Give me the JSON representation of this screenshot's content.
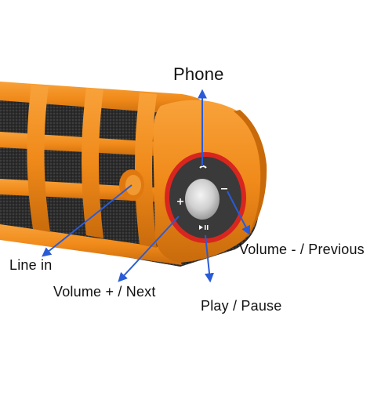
{
  "labels": {
    "phone": "Phone",
    "line_in": "Line in",
    "volume_plus_next": "Volume + / Next",
    "play_pause": "Play / Pause",
    "volume_minus_previous": "Volume - / Previous"
  },
  "icons": {
    "phone_button": "phone-icon",
    "volume_minus_button": "minus-icon",
    "volume_plus_button": "plus-icon",
    "play_pause_button": "play-pause-icon"
  },
  "colors": {
    "speaker_body": "#f08a1a",
    "speaker_body_dark": "#c86a0a",
    "speaker_mesh": "#2a2a2a",
    "control_ring": "#d8261f",
    "control_panel": "#3a3a3a",
    "center_button": "#d9d9d9",
    "annotation_arrow": "#2a5bd7",
    "label_text": "#111111"
  }
}
